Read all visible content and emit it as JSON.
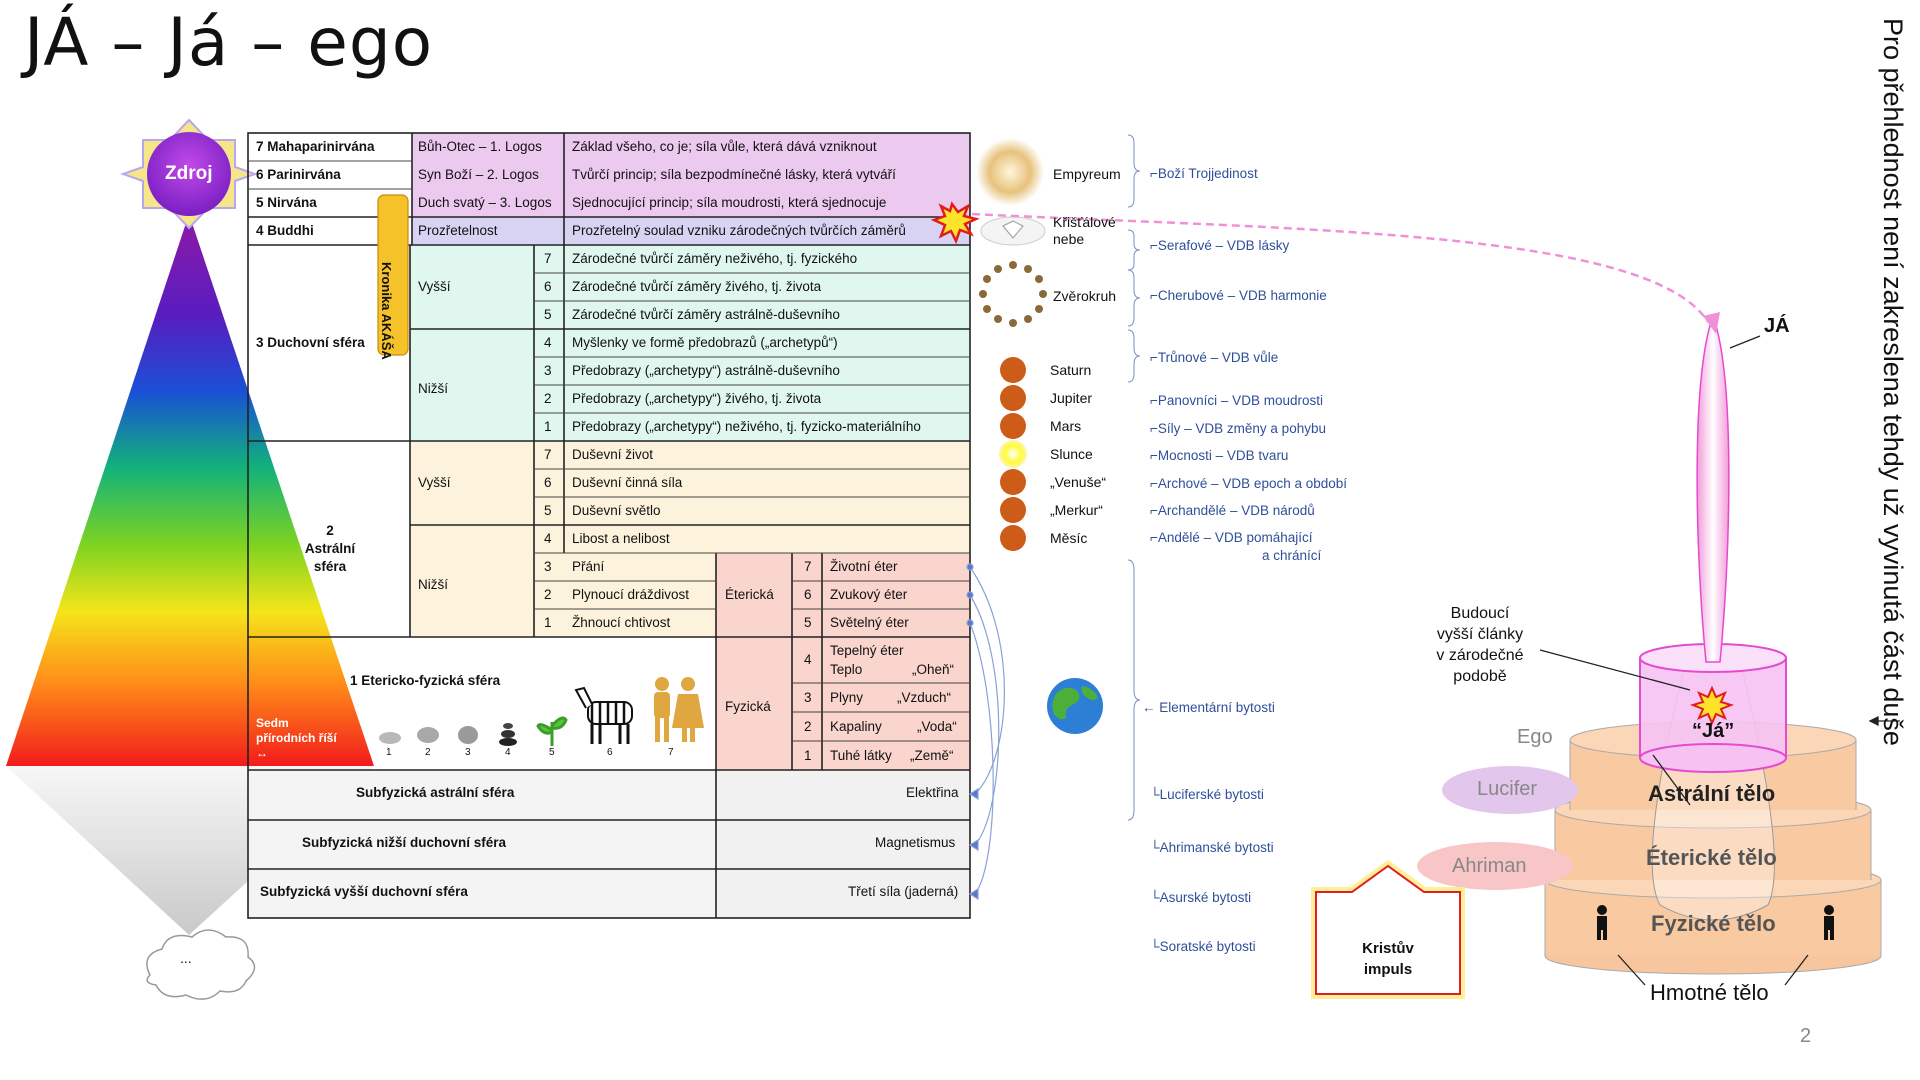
{
  "title": "JÁ – Já – ego",
  "side_note": "Pro přehlednost není zakreslena tehdy už vyvinutá část duše",
  "page_number": "2",
  "source_label": "Zdroj",
  "cloud_label": "...",
  "akasa_label": "Kronika AKÁŠA",
  "spheres": {
    "s7": "7 Mahaparinirvána",
    "s6": "6 Parinirvána",
    "s5": "5 Nirvána",
    "s4": "4 Buddhi",
    "s3": "3 Duchovní sféra",
    "s2": "2 Astrální sféra",
    "s1": "1 Etericko-fyzická sféra",
    "realms": "Sedm přírodních říší ↔",
    "sub_astral": "Subfyzická astrální sféra",
    "sub_lower": "Subfyzická nižší duchovní sféra",
    "sub_higher": "Subfyzická vyšší duchovní sféra"
  },
  "realm_numbers": [
    "1",
    "2",
    "3",
    "4",
    "5",
    "6",
    "7"
  ],
  "top_rows": [
    {
      "a": "Bůh-Otec   – 1. Logos",
      "b": "Základ všeho, co je; síla vůle, která dává vzniknout"
    },
    {
      "a": "Syn Boží    – 2. Logos",
      "b": "Tvůrčí princip; síla bezpodmínečné lásky, která vytváří"
    },
    {
      "a": "Duch svatý – 3. Logos",
      "b": "Sjednocující princip; síla moudrosti, která sjednocuje"
    },
    {
      "a": "Prozřetelnost",
      "b": "Prozřetelný soulad vzniku zárodečných tvůrčích záměrů"
    }
  ],
  "labels": {
    "vyssi": "Vyšší",
    "nizsi": "Nižší",
    "stericka": "Éterická",
    "fyzicka": "Fyzická"
  },
  "spirit_rows": [
    {
      "n": "7",
      "t": "Zárodečné tvůrčí záměry neživého, tj. fyzického"
    },
    {
      "n": "6",
      "t": "Zárodečné tvůrčí záměry živého, tj. života"
    },
    {
      "n": "5",
      "t": "Zárodečné tvůrčí záměry astrálně-duševního"
    },
    {
      "n": "4",
      "t": "Myšlenky ve formě předobrazů („archetypů“)"
    },
    {
      "n": "3",
      "t": "Předobrazy („archetypy“) astrálně-duševního"
    },
    {
      "n": "2",
      "t": "Předobrazy („archetypy“) živého, tj. života"
    },
    {
      "n": "1",
      "t": "Předobrazy („archetypy“) neživého, tj. fyzicko-materiálního"
    }
  ],
  "astral_rows": [
    {
      "n": "7",
      "t": "Duševní život"
    },
    {
      "n": "6",
      "t": "Duševní činná síla"
    },
    {
      "n": "5",
      "t": "Duševní světlo"
    },
    {
      "n": "4",
      "t": "Libost a nelibost"
    },
    {
      "n": "3",
      "t": "Přání"
    },
    {
      "n": "2",
      "t": "Plynoucí dráždivost"
    },
    {
      "n": "1",
      "t": "Žhnoucí chtivost"
    }
  ],
  "ether_rows": [
    {
      "n": "7",
      "t": "Životní éter",
      "e": ""
    },
    {
      "n": "6",
      "t": "Zvukový éter",
      "e": ""
    },
    {
      "n": "5",
      "t": "Světelný éter",
      "e": ""
    },
    {
      "n": "4",
      "t": "Tepelný éter",
      "t2": "Teplo",
      "e": "„Oheň“"
    },
    {
      "n": "3",
      "t": "Plyny",
      "e": "„Vzduch“"
    },
    {
      "n": "2",
      "t": "Kapaliny",
      "e": "„Voda“"
    },
    {
      "n": "1",
      "t": "Tuhé látky",
      "e": "„Země“"
    }
  ],
  "sub_forces": [
    "Elektřina",
    "Magnetismus",
    "Třetí síla (jaderná)"
  ],
  "cosmos": {
    "empyreum": "Empyreum",
    "crystal": "Křišťálové nebe",
    "zodiac": "Zvěrokruh",
    "planets": [
      "Saturn",
      "Jupiter",
      "Mars",
      "Slunce",
      "„Venuše“",
      "„Merkur“",
      "Měsíc"
    ]
  },
  "beings": [
    "Boží Trojjedinost",
    "Serafové – VDB lásky",
    "Cherubové – VDB harmonie",
    "Trůnové – VDB vůle",
    "Panovníci – VDB moudrosti",
    "Síly – VDB změny a pohybu",
    "Mocnosti – VDB tvaru",
    "Archové – VDB epoch a období",
    "Archandělé – VDB národů",
    "Andělé – VDB  pomáhající",
    "a chránící",
    "Elementární bytosti",
    "Luciferské bytosti",
    "Ahrimanské bytosti",
    "Asurské bytosti",
    "Soratské bytosti"
  ],
  "right": {
    "ja": "JÁ",
    "future": [
      "Budoucí",
      "vyšší články",
      "v zárodečné",
      "podobě"
    ],
    "ja_quoted": "“Já”",
    "ego": "Ego",
    "lucifer": "Lucifer",
    "ahriman": "Ahriman",
    "astral_body": "Astrální tělo",
    "etheric_body": "Éterické tělo",
    "physical_body": "Fyzické tělo",
    "material_body": "Hmotné tělo",
    "christ": [
      "Kristův",
      "impuls"
    ]
  },
  "colors": {
    "pink": "#ecc9ee",
    "lavender": "#d9d3f3",
    "mint": "#dff7ee",
    "cream": "#fdf3dc",
    "salmon": "#fad5ce",
    "grey": "#f1f1f1",
    "orange_akasa": "#f6c22a",
    "link_blue": "#2f4f9a"
  }
}
